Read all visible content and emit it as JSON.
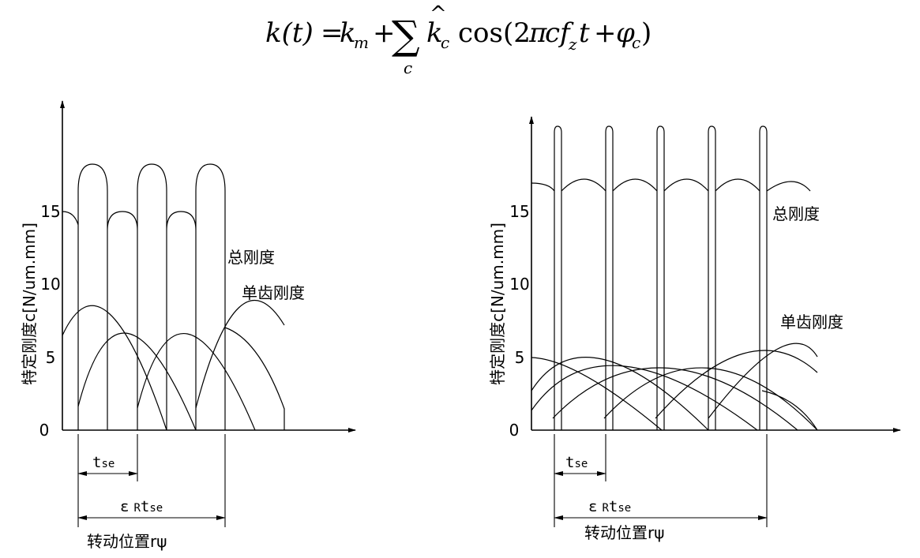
{
  "formula": {
    "lhs": "k(t)",
    "equals": "=",
    "km_base": "k",
    "km_sub": "m",
    "plus1": "+",
    "sum_symbol": "∑",
    "sum_index": "c",
    "kc_base": "k",
    "kc_hat": "^",
    "kc_sub": "c",
    "cos_open": "cos(2",
    "pi": "π",
    "cf": "cf",
    "fz_sub": "z",
    "t": "t",
    "plus2": "+",
    "phi": "φ",
    "phi_sub": "c",
    "close": ")"
  },
  "left_panel": {
    "y_axis_label": "特定刚度c[N/um.mm]",
    "y_ticks": [
      "0",
      "5",
      "10",
      "15"
    ],
    "label_total": "总刚度",
    "label_single": "单齿刚度",
    "tse_main": "t",
    "tse_sub": "se",
    "eps_symbol": "ε",
    "eps_sub_R": "R",
    "eps_t": "t",
    "eps_sub_se": "se",
    "x_axis_label": "转动位置rψ"
  },
  "right_panel": {
    "y_axis_label": "特定刚度c[N/um.mm]",
    "y_ticks": [
      "0",
      "5",
      "10",
      "15"
    ],
    "label_total": "总刚度",
    "label_single": "单齿刚度",
    "tse_main": "t",
    "tse_sub": "se",
    "eps_symbol": "ε",
    "eps_sub_R": "R",
    "eps_t": "t",
    "eps_sub_se": "se",
    "x_axis_label": "转动位置rψ"
  }
}
